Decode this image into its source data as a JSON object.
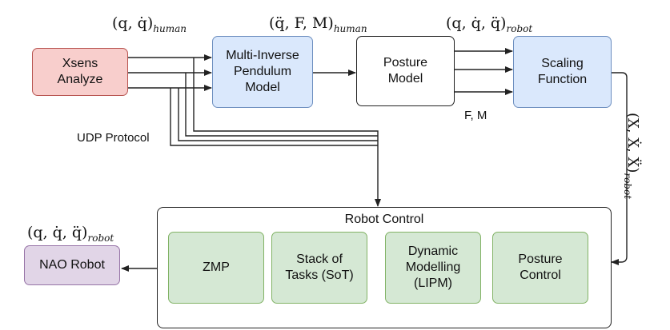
{
  "nodes": {
    "xsens": "Xsens\nAnalyze",
    "multi_inverse": "Multi-Inverse\nPendulum\nModel",
    "posture_model": "Posture\nModel",
    "scaling": "Scaling\nFunction",
    "robot_control": "Robot Control",
    "zmp": "ZMP",
    "sot": "Stack of\nTasks (SoT)",
    "lipm": "Dynamic\nModelling\n(LIPM)",
    "posture_control": "Posture\nControl",
    "nao": "NAO Robot"
  },
  "labels": {
    "human_state": "(q, q̇)",
    "human_state_sub": "human",
    "human_dyn": "(q̈, F, M)",
    "human_dyn_sub": "human",
    "robot_state_top": "(q, q̇, q̈)",
    "robot_state_top_sub": "robot",
    "robot_cart": "(X, Ẋ, Ẍ)",
    "robot_cart_sub": "robot",
    "robot_state_nao": "(q, q̇, q̈)",
    "robot_state_nao_sub": "robot",
    "udp": "UDP Protocol",
    "fm": "F, M"
  },
  "colors": {
    "red_fill": "#f8cecc",
    "blue_fill": "#dae8fc",
    "green_fill": "#d5e8d4",
    "purple_fill": "#e1d5e7"
  }
}
